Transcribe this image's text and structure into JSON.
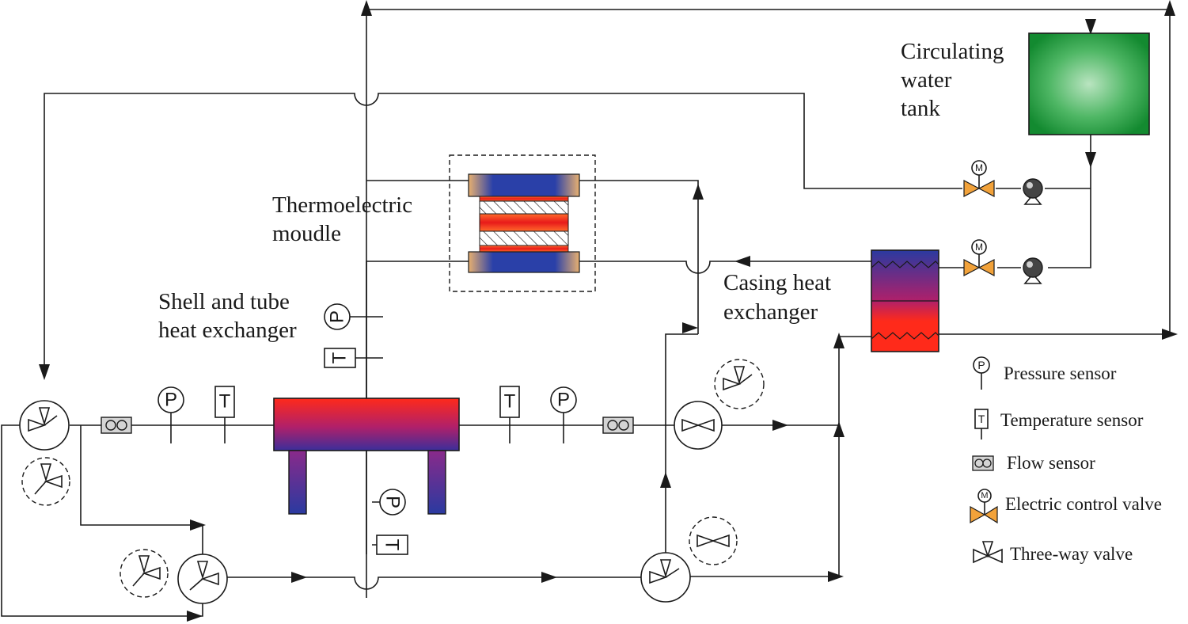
{
  "labels": {
    "tank_line1": "Circulating",
    "tank_line2": "water",
    "tank_line3": "tank",
    "te_line1": "Thermoelectric",
    "te_line2": "moudle",
    "shell_line1": "Shell and tube",
    "shell_line2": "heat exchanger",
    "casing_line1": "Casing heat",
    "casing_line2": "exchanger"
  },
  "symbols": {
    "pressure": "P",
    "temperature": "T",
    "valve_motor": "M"
  },
  "legend": {
    "pressure_sensor": "Pressure  sensor",
    "temperature_sensor": "Temperature  sensor",
    "flow_sensor": "Flow sensor",
    "electric_control_valve": "Electric control valve",
    "three_way_valve": "Three-way valve"
  },
  "colors": {
    "tank_green": "#1f9a3c",
    "valve_orange": "#f2a23a",
    "hot_red": "#e8342a",
    "cold_blue": "#2a3a9a",
    "line": "#1a1a1a"
  }
}
